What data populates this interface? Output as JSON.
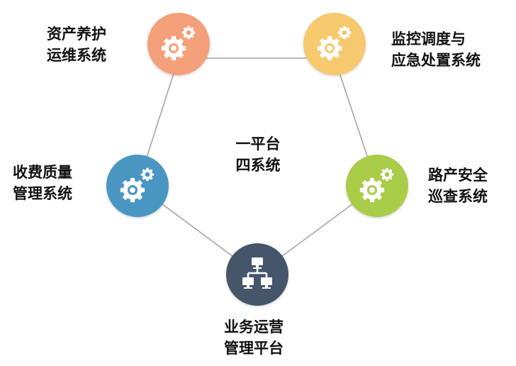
{
  "center": {
    "line1": "一平台",
    "line2": "四系统"
  },
  "nodes": [
    {
      "id": "asset",
      "line1": "资产养护",
      "line2": "运维系统",
      "color": "#F4A07A",
      "icon": "gears-icon"
    },
    {
      "id": "monitor",
      "line1": "监控调度与",
      "line2": "应急处置系统",
      "color": "#F6C96E",
      "icon": "gears-icon"
    },
    {
      "id": "toll",
      "line1": "收费质量",
      "line2": "管理系统",
      "color": "#4A96C3",
      "icon": "gears-icon"
    },
    {
      "id": "road",
      "line1": "路产安全",
      "line2": "巡查系统",
      "color": "#A9CC4A",
      "icon": "gears-icon"
    },
    {
      "id": "business",
      "line1": "业务运营",
      "line2": "管理平台",
      "color": "#45546A",
      "icon": "network-icon"
    }
  ],
  "edge_color": "#A6A6A6"
}
